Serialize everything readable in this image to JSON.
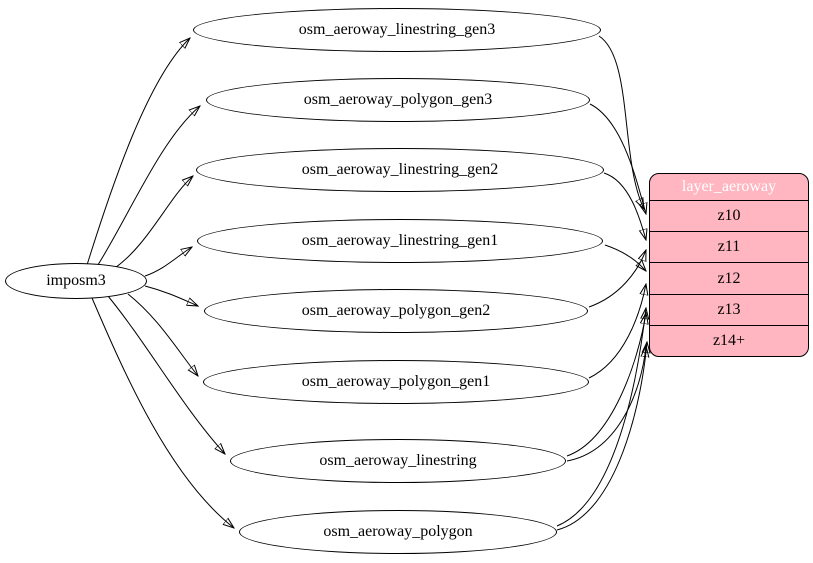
{
  "diagram": {
    "kind": "etl-graph",
    "source_node": {
      "label": "imposm3"
    },
    "table_nodes": [
      {
        "label": "osm_aeroway_linestring_gen3"
      },
      {
        "label": "osm_aeroway_polygon_gen3"
      },
      {
        "label": "osm_aeroway_linestring_gen2"
      },
      {
        "label": "osm_aeroway_linestring_gen1"
      },
      {
        "label": "osm_aeroway_polygon_gen2"
      },
      {
        "label": "osm_aeroway_polygon_gen1"
      },
      {
        "label": "osm_aeroway_linestring"
      },
      {
        "label": "osm_aeroway_polygon"
      }
    ],
    "layer_node": {
      "title": "layer_aeroway",
      "rows": [
        "z10",
        "z11",
        "z12",
        "z13",
        "z14+"
      ],
      "fill_color": "#ffb6c1",
      "title_text_color": "#ffffff",
      "border_color": "#000000"
    },
    "edges": [
      {
        "from": "imposm3",
        "to": "osm_aeroway_linestring_gen3"
      },
      {
        "from": "imposm3",
        "to": "osm_aeroway_polygon_gen3"
      },
      {
        "from": "imposm3",
        "to": "osm_aeroway_linestring_gen2"
      },
      {
        "from": "imposm3",
        "to": "osm_aeroway_linestring_gen1"
      },
      {
        "from": "imposm3",
        "to": "osm_aeroway_polygon_gen2"
      },
      {
        "from": "imposm3",
        "to": "osm_aeroway_polygon_gen1"
      },
      {
        "from": "imposm3",
        "to": "osm_aeroway_linestring"
      },
      {
        "from": "imposm3",
        "to": "osm_aeroway_polygon"
      },
      {
        "from": "osm_aeroway_linestring_gen3",
        "to": "layer_aeroway.z10"
      },
      {
        "from": "osm_aeroway_polygon_gen3",
        "to": "layer_aeroway.z10"
      },
      {
        "from": "osm_aeroway_linestring_gen2",
        "to": "layer_aeroway.z11"
      },
      {
        "from": "osm_aeroway_polygon_gen2",
        "to": "layer_aeroway.z11"
      },
      {
        "from": "osm_aeroway_linestring_gen1",
        "to": "layer_aeroway.z12"
      },
      {
        "from": "osm_aeroway_polygon_gen1",
        "to": "layer_aeroway.z12"
      },
      {
        "from": "osm_aeroway_linestring",
        "to": "layer_aeroway.z13"
      },
      {
        "from": "osm_aeroway_linestring",
        "to": "layer_aeroway.z14+"
      },
      {
        "from": "osm_aeroway_polygon",
        "to": "layer_aeroway.z13"
      },
      {
        "from": "osm_aeroway_polygon",
        "to": "layer_aeroway.z14+"
      }
    ]
  }
}
